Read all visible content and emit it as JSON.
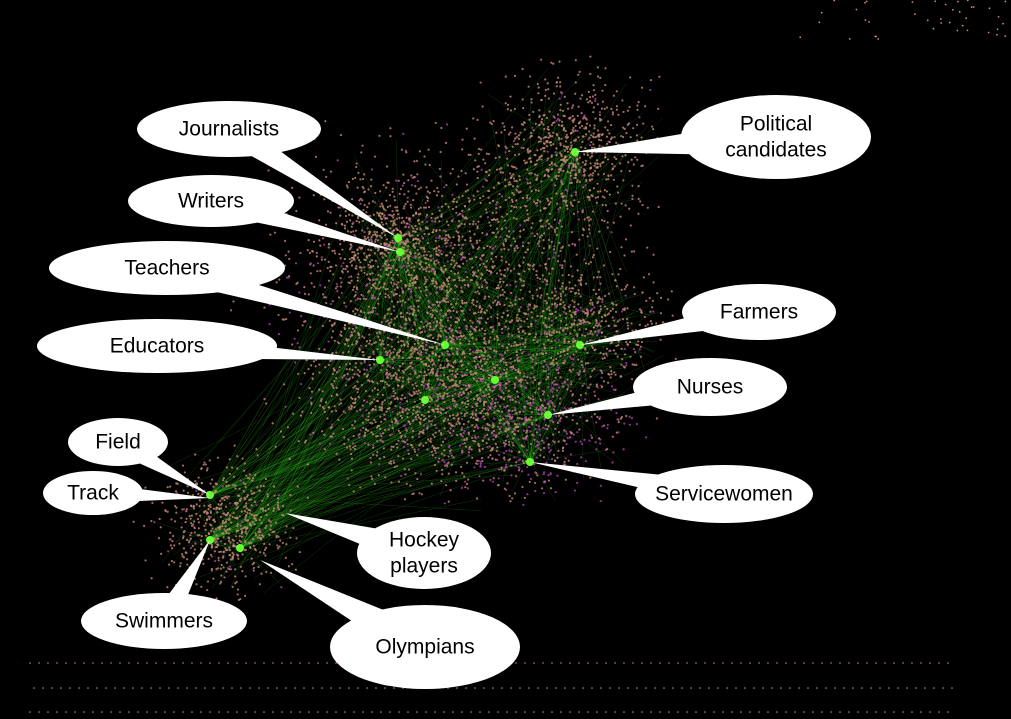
{
  "colors": {
    "background": "#000000",
    "node": "#c98a7a",
    "node_alt": "#b040b0",
    "edge": "#33cc22",
    "hub": "#66ff33",
    "callout": "#ffffff"
  },
  "callouts": [
    {
      "id": "journalists",
      "lines": [
        "Journalists"
      ]
    },
    {
      "id": "writers",
      "lines": [
        "Writers"
      ]
    },
    {
      "id": "teachers",
      "lines": [
        "Teachers"
      ]
    },
    {
      "id": "educators",
      "lines": [
        "Educators"
      ]
    },
    {
      "id": "political-candidates",
      "lines": [
        "Political",
        "candidates"
      ]
    },
    {
      "id": "farmers",
      "lines": [
        "Farmers"
      ]
    },
    {
      "id": "nurses",
      "lines": [
        "Nurses"
      ]
    },
    {
      "id": "servicewomen",
      "lines": [
        "Servicewomen"
      ]
    },
    {
      "id": "field",
      "lines": [
        "Field"
      ]
    },
    {
      "id": "track",
      "lines": [
        "Track"
      ]
    },
    {
      "id": "hockey-players",
      "lines": [
        "Hockey",
        "players"
      ]
    },
    {
      "id": "swimmers",
      "lines": [
        "Swimmers"
      ]
    },
    {
      "id": "olympians",
      "lines": [
        "Olympians"
      ]
    }
  ]
}
